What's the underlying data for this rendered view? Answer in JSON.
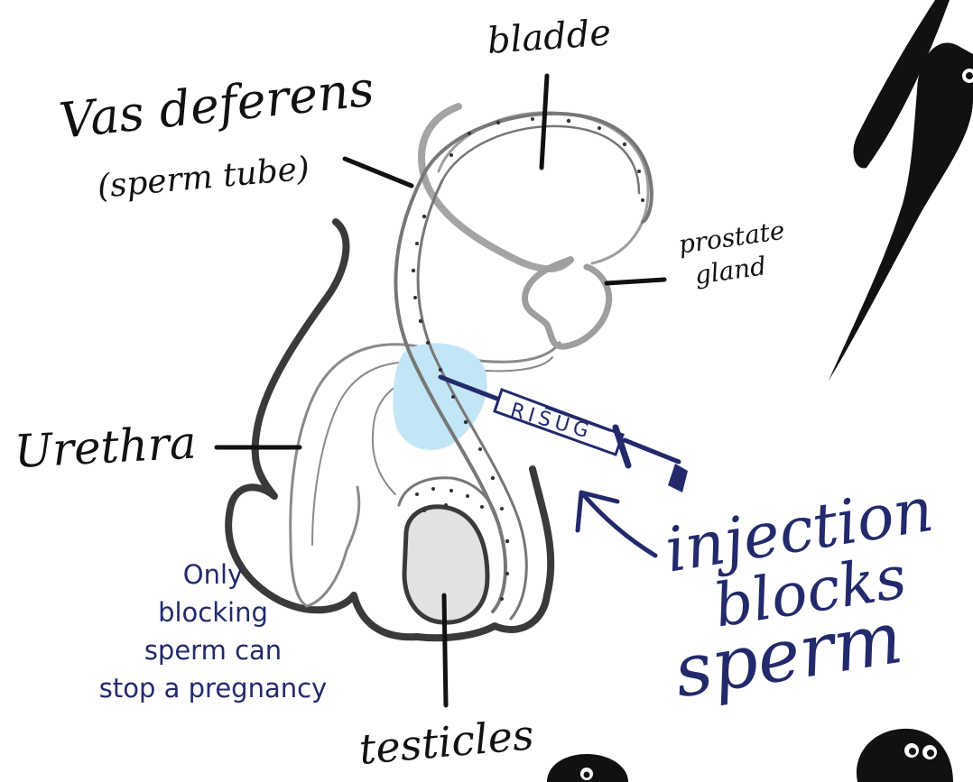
{
  "labels": {
    "vas_deferens": "Vas deferens",
    "vas_deferens_sub": "(sperm tube)",
    "bladder": "bladde",
    "prostate_line1": "prostate",
    "prostate_line2": "gland",
    "urethra": "Urethra",
    "testicles": "testicles",
    "syringe": "RISUG"
  },
  "injection_note": [
    "injection",
    "blocks",
    "sperm"
  ],
  "info_note": [
    "Only",
    "blocking",
    "sperm can",
    "stop a pregnancy"
  ],
  "icons": [
    "sperm-icon",
    "syringe-icon",
    "arrow-icon"
  ],
  "colors": {
    "ink": "#111111",
    "navy": "#232a6b",
    "organ_gray": "#9e9e9e",
    "outline_dark": "#3a3a3a",
    "highlight_blue": "#c3e6f7",
    "testicle_fill": "#e2e2e2"
  }
}
